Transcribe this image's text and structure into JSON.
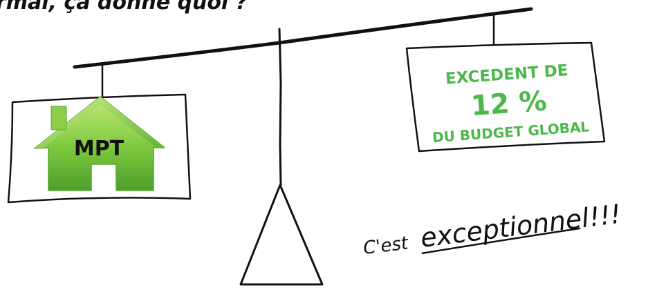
{
  "heading": "rmal, ça donne quoi ?",
  "left_panel": {
    "house_label": "MPT"
  },
  "right_panel": {
    "line1": "EXCEDENT DE",
    "line2": "12 %",
    "line3": "DU BUDGET GLOBAL"
  },
  "annotation": {
    "prefix": "C'est",
    "emphasis": "exceptionnel",
    "suffix": "!!!"
  },
  "colors": {
    "accent_green": "#4cb84a",
    "house_light": "#b6e26a",
    "house_dark": "#4fa82c",
    "ink": "#111111"
  }
}
